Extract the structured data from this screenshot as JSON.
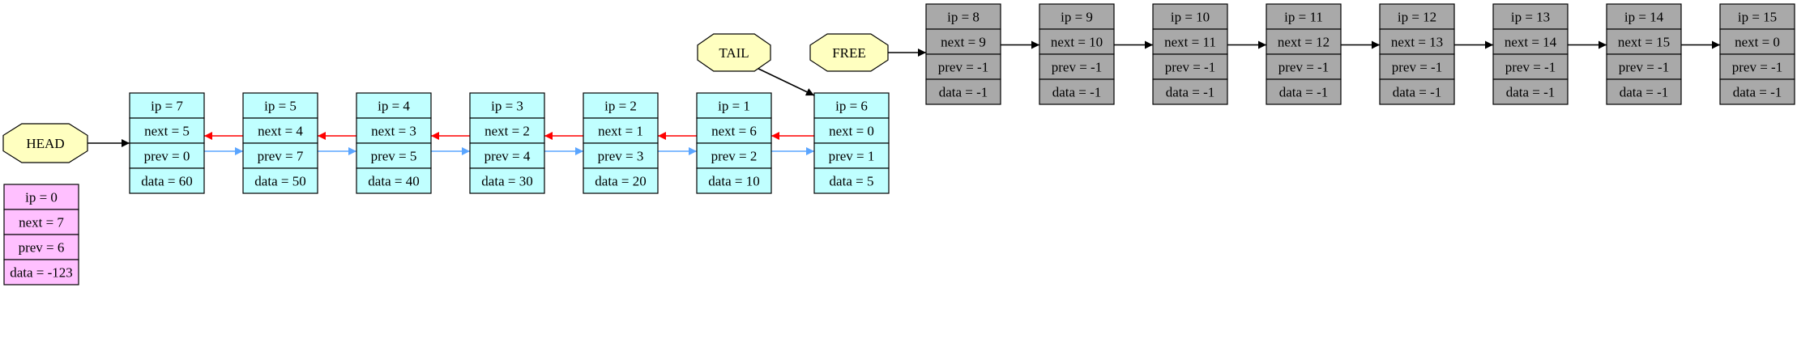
{
  "colors": {
    "head_fill": "#ffffc0",
    "sentinel_fill": "#ffc0ff",
    "used_fill": "#c0ffff",
    "free_fill": "#a9a9a9",
    "next_edge": "#ff0000",
    "prev_edge": "#5aa5ff",
    "pointer_edge": "#000000"
  },
  "pointers": {
    "head": "HEAD",
    "tail": "TAIL",
    "free": "FREE"
  },
  "sentinel": {
    "ip": "ip = 0",
    "next": "next = 7",
    "prev": "prev = 6",
    "data": "data = -123"
  },
  "used_nodes": [
    {
      "ip": "ip = 7",
      "next": "next = 5",
      "prev": "prev = 0",
      "data": "data = 60"
    },
    {
      "ip": "ip = 5",
      "next": "next = 4",
      "prev": "prev = 7",
      "data": "data = 50"
    },
    {
      "ip": "ip = 4",
      "next": "next = 3",
      "prev": "prev = 5",
      "data": "data = 40"
    },
    {
      "ip": "ip = 3",
      "next": "next = 2",
      "prev": "prev = 4",
      "data": "data = 30"
    },
    {
      "ip": "ip = 2",
      "next": "next = 1",
      "prev": "prev = 3",
      "data": "data = 20"
    },
    {
      "ip": "ip = 1",
      "next": "next = 6",
      "prev": "prev = 2",
      "data": "data = 10"
    },
    {
      "ip": "ip = 6",
      "next": "next = 0",
      "prev": "prev = 1",
      "data": "data = 5"
    }
  ],
  "free_nodes": [
    {
      "ip": "ip = 8",
      "next": "next = 9",
      "prev": "prev = -1",
      "data": "data = -1"
    },
    {
      "ip": "ip = 9",
      "next": "next = 10",
      "prev": "prev = -1",
      "data": "data = -1"
    },
    {
      "ip": "ip = 10",
      "next": "next = 11",
      "prev": "prev = -1",
      "data": "data = -1"
    },
    {
      "ip": "ip = 11",
      "next": "next = 12",
      "prev": "prev = -1",
      "data": "data = -1"
    },
    {
      "ip": "ip = 12",
      "next": "next = 13",
      "prev": "prev = -1",
      "data": "data = -1"
    },
    {
      "ip": "ip = 13",
      "next": "next = 14",
      "prev": "prev = -1",
      "data": "data = -1"
    },
    {
      "ip": "ip = 14",
      "next": "next = 15",
      "prev": "prev = -1",
      "data": "data = -1"
    },
    {
      "ip": "ip = 15",
      "next": "next = 0",
      "prev": "prev = -1",
      "data": "data = -1"
    }
  ]
}
